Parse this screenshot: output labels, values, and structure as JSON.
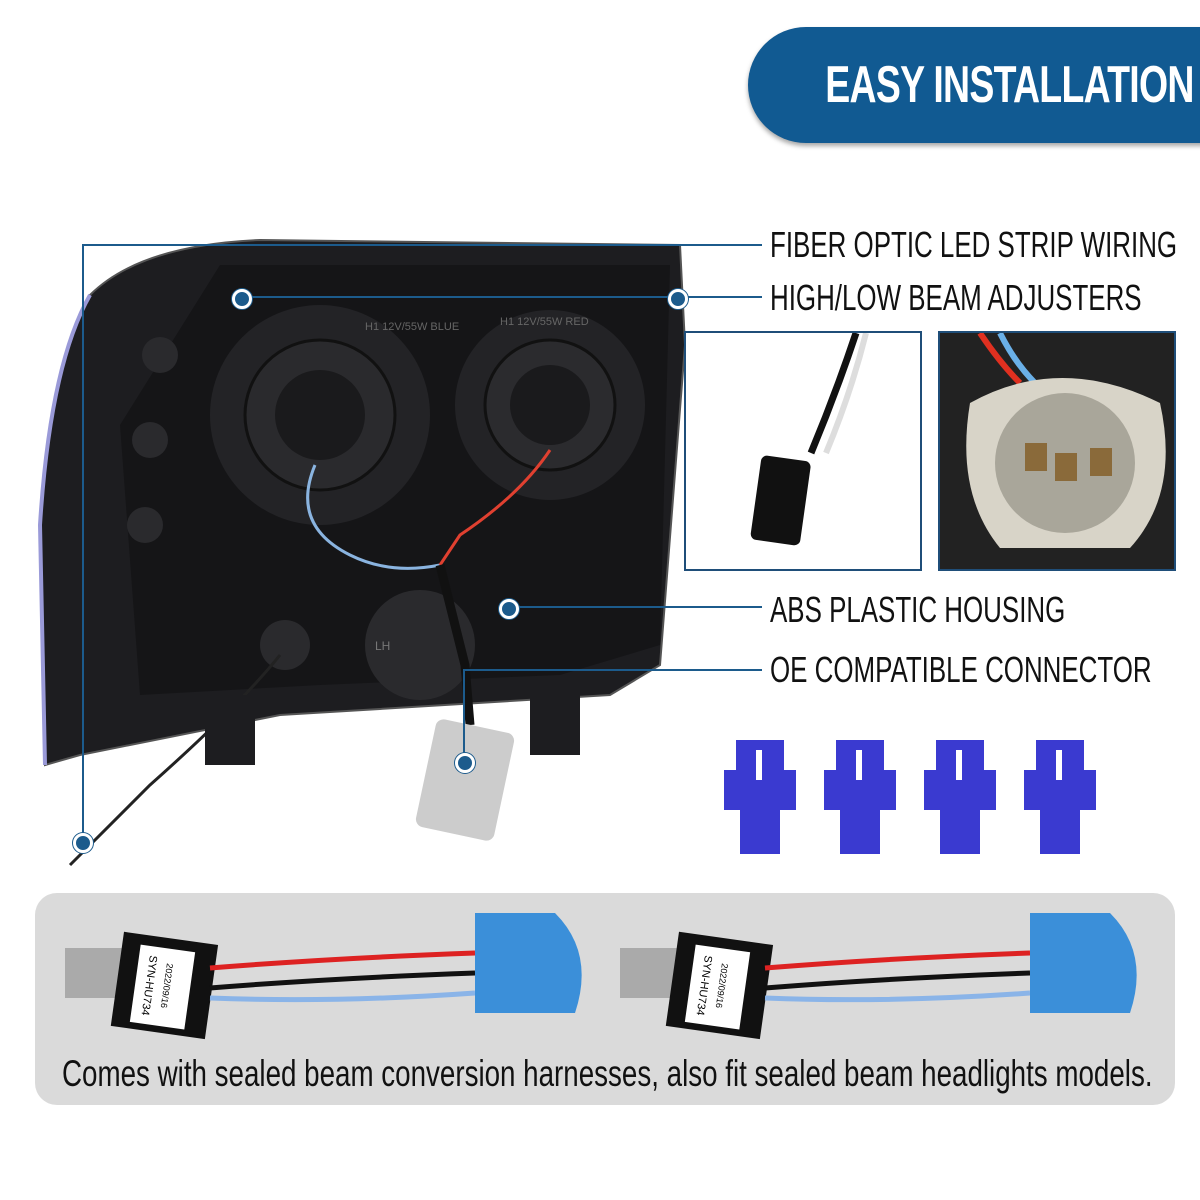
{
  "header": {
    "title": "EASY INSTALLATION"
  },
  "callouts": [
    {
      "label": "FIBER OPTIC LED STRIP WIRING"
    },
    {
      "label": "HIGH/LOW BEAM ADJUSTERS"
    },
    {
      "label": "ABS PLASTIC HOUSING"
    },
    {
      "label": "OE COMPATIBLE CONNECTOR"
    }
  ],
  "headlight": {
    "low_beam_marking": "H1 12V/55W BLUE",
    "high_beam_marking": "H1 12V/55W RED",
    "side_marking": "LH"
  },
  "harness": {
    "label_code": "SYN-HU734",
    "label_date": "2022/09/16"
  },
  "caption": "Comes with sealed beam conversion harnesses, also fit sealed beam headlights models.",
  "colors": {
    "accent": "#115a92",
    "callout_line": "#1c5b8c",
    "panel": "#dadada",
    "tap_connector": "#3a3ad0",
    "harness_socket": "#3b8fd9"
  }
}
